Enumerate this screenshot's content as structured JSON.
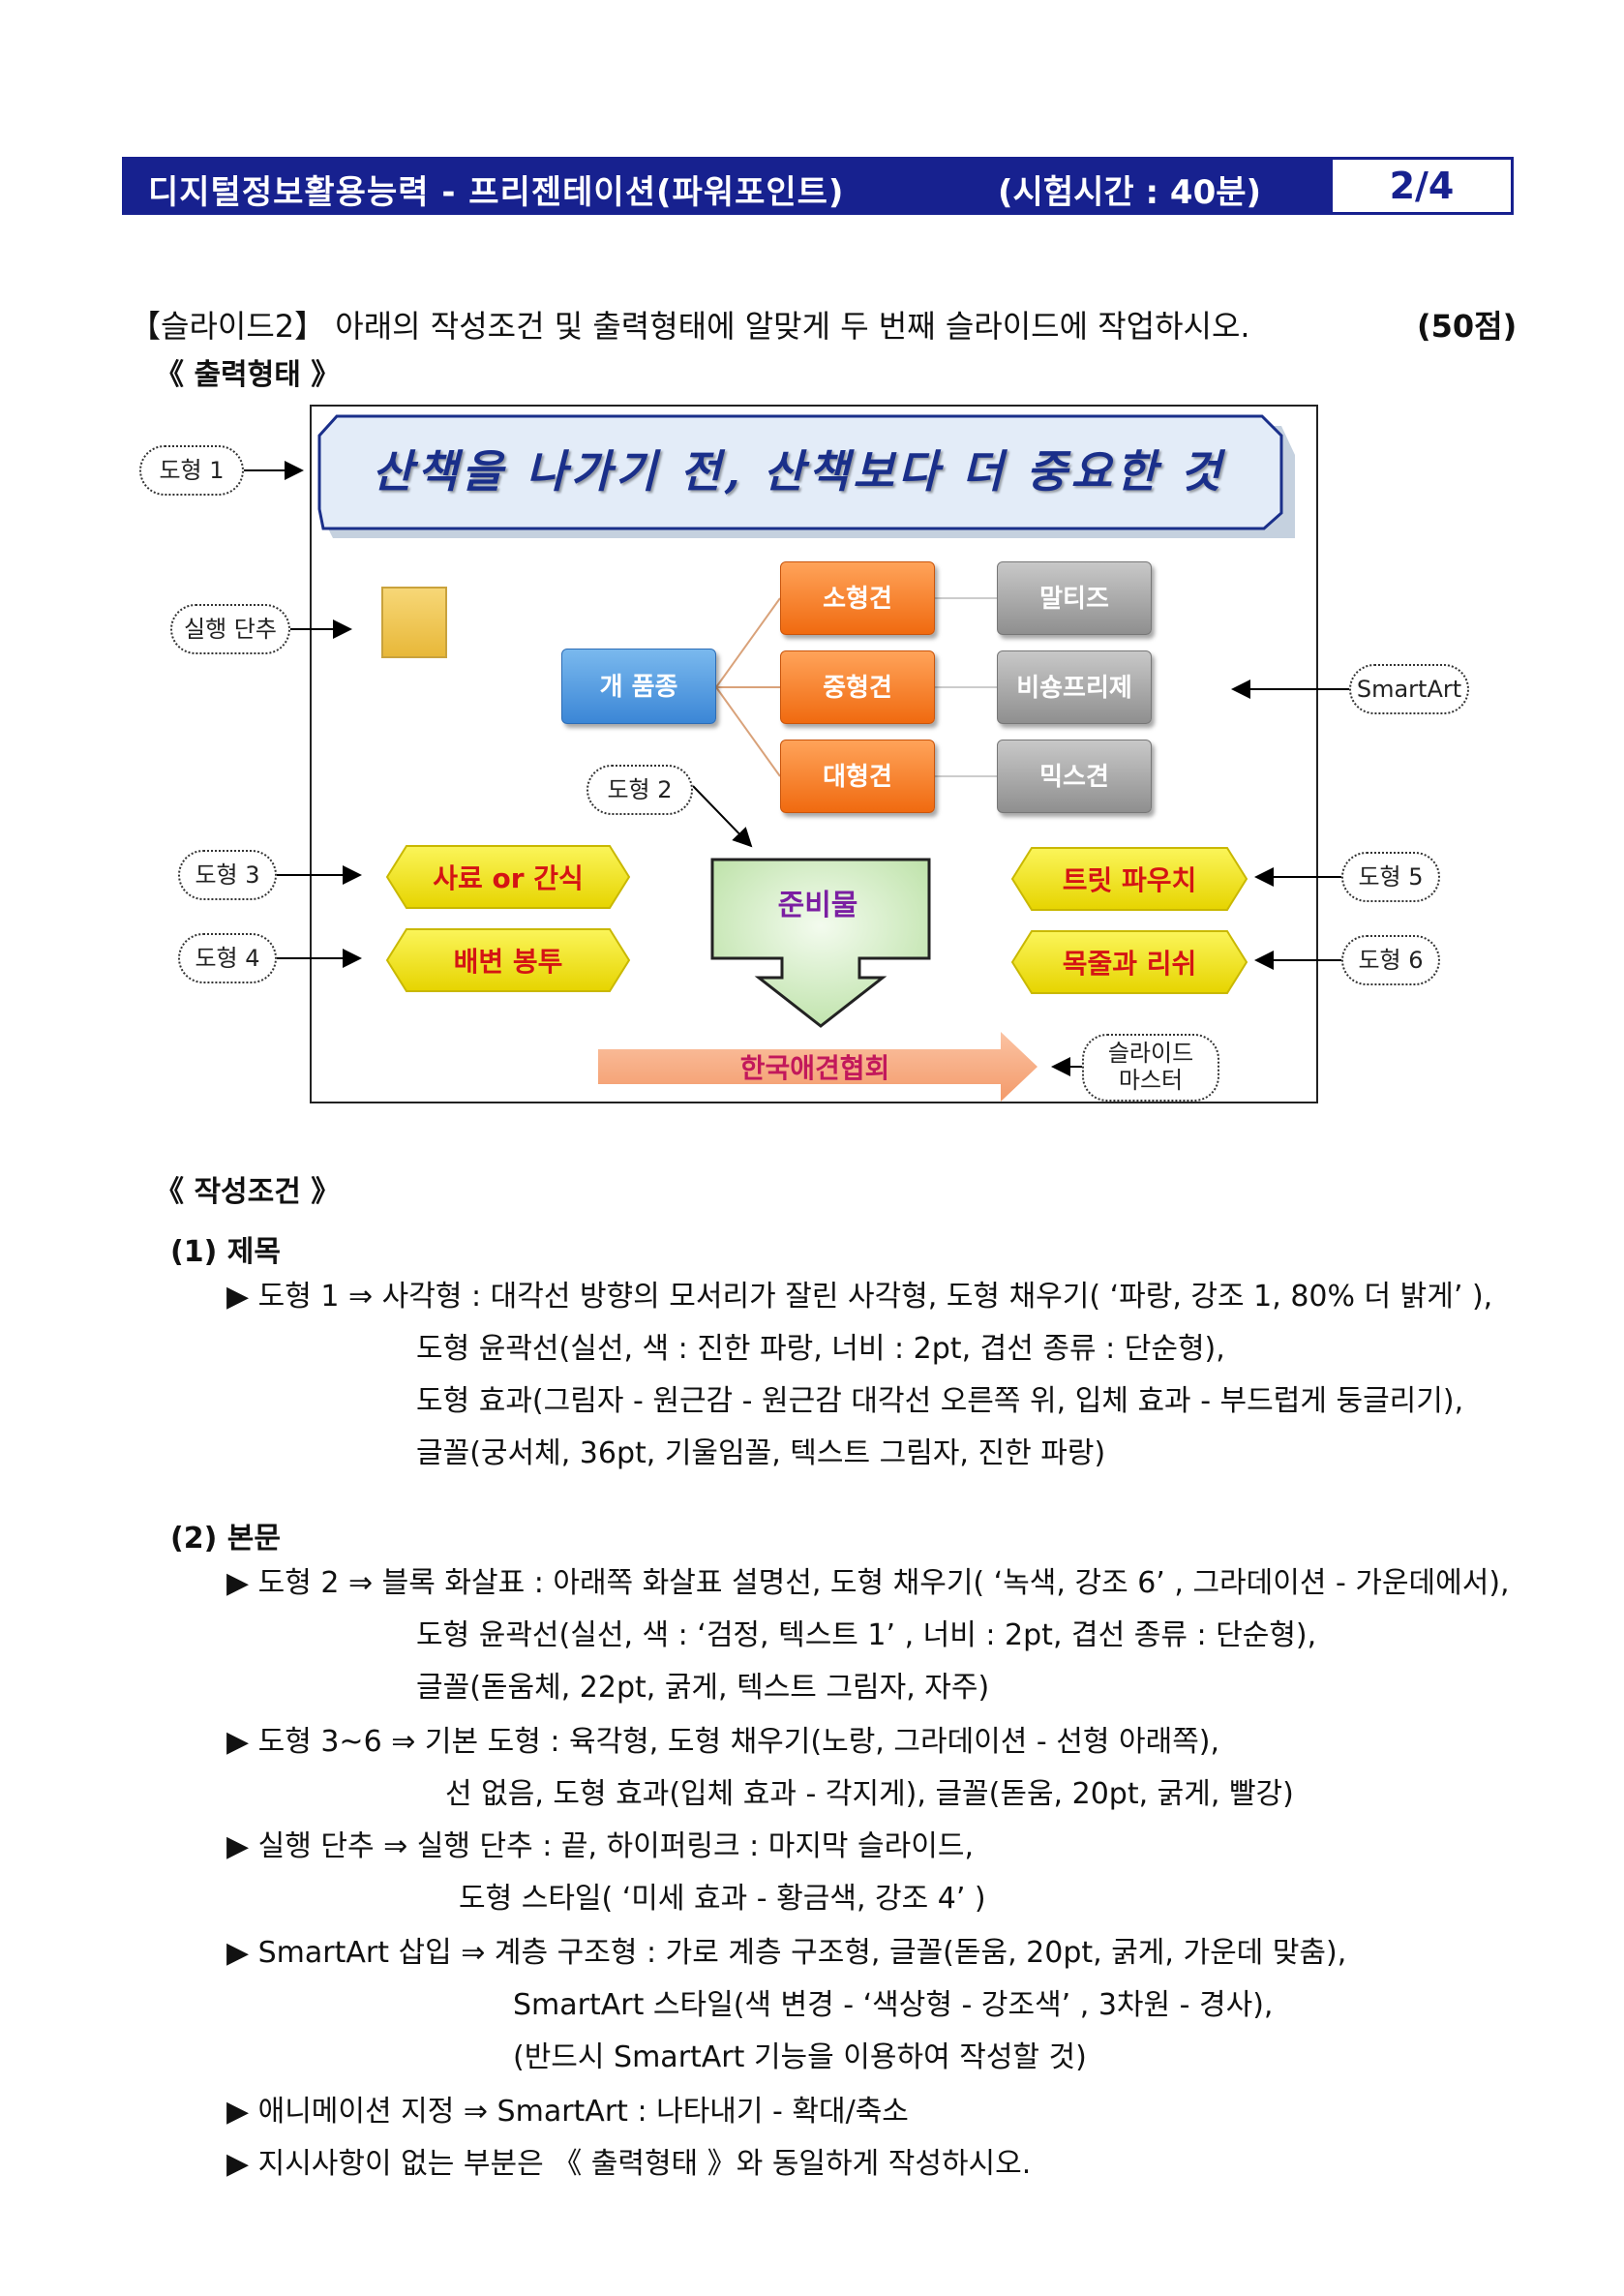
{
  "header": {
    "title": "디지털정보활용능력 - 프리젠테이션(파워포인트)",
    "time": "(시험시간 : 40분)",
    "page": "2/4"
  },
  "intro": {
    "instruction": "【슬라이드2】 아래의 작성조건 및 출력형태에 알맞게 두 번째 슬라이드에 작업하시오.",
    "points": "(50점)",
    "output_heading": "《 출력형태 》"
  },
  "slide": {
    "title": "산책을 나가기 전, 산책보다 더 중요한 것",
    "smartart": {
      "root": "개 품종",
      "levels": [
        {
          "size": "소형견",
          "breed": "말티즈"
        },
        {
          "size": "중형견",
          "breed": "비숑프리제"
        },
        {
          "size": "대형견",
          "breed": "믹스견"
        }
      ]
    },
    "shape2": "준비물",
    "shape3": "사료 or 간식",
    "shape4": "배변 봉투",
    "shape5": "트릿 파우치",
    "shape6": "목줄과 리쉬",
    "master_text": "한국애견협회",
    "callouts": {
      "shape1": "도형 1",
      "action": "실행 단추",
      "smartart": "SmartArt",
      "shape2": "도형 2",
      "shape3": "도형 3",
      "shape4": "도형 4",
      "shape5": "도형 5",
      "shape6": "도형 6",
      "master_line1": "슬라이드",
      "master_line2": "마스터"
    },
    "colors": {
      "hex_fill": "#f5e81a",
      "hex_text": "#d41414",
      "shape2_fill": "#d8f0c8",
      "master_arrow": "#f6a77a"
    }
  },
  "conditions": {
    "heading": "《 작성조건 》",
    "sec1": {
      "title": "(1) 제목",
      "lines": [
        "▶ 도형 1 ⇒ 사각형 : 대각선 방향의 모서리가 잘린 사각형, 도형 채우기( ‘파랑, 강조 1, 80% 더 밝게’ ),",
        "도형 윤곽선(실선, 색 : 진한 파랑, 너비 : 2pt, 겹선 종류 : 단순형),",
        "도형 효과(그림자 - 원근감 - 원근감 대각선 오른쪽 위, 입체 효과 - 부드럽게 둥글리기),",
        "글꼴(궁서체, 36pt, 기울임꼴, 텍스트 그림자, 진한 파랑)"
      ]
    },
    "sec2": {
      "title": "(2) 본문",
      "lines": [
        "▶ 도형 2 ⇒ 블록 화살표 : 아래쪽 화살표 설명선, 도형 채우기( ‘녹색, 강조 6’ , 그라데이션 - 가운데에서),",
        "도형 윤곽선(실선, 색 : ‘검정, 텍스트 1’ , 너비 : 2pt, 겹선 종류 : 단순형),",
        "글꼴(돋움체, 22pt, 굵게, 텍스트 그림자, 자주)",
        "▶ 도형 3~6 ⇒ 기본 도형 : 육각형, 도형 채우기(노랑, 그라데이션 - 선형 아래쪽),",
        "선 없음, 도형 효과(입체 효과 - 각지게), 글꼴(돋움, 20pt, 굵게, 빨강)",
        "▶ 실행 단추 ⇒ 실행 단추 : 끝, 하이퍼링크 : 마지막 슬라이드,",
        "도형 스타일( ‘미세 효과 - 황금색, 강조 4’ )",
        "▶ SmartArt 삽입 ⇒ 계층 구조형 : 가로 계층 구조형, 글꼴(돋움, 20pt, 굵게, 가운데 맞춤),",
        "SmartArt 스타일(색 변경 - ‘색상형 - 강조색’ , 3차원 - 경사),",
        "(반드시 SmartArt 기능을 이용하여 작성할 것)",
        "▶ 애니메이션 지정 ⇒ SmartArt : 나타내기 - 확대/축소",
        "▶ 지시사항이 없는 부분은 《 출력형태 》와 동일하게 작성하시오."
      ]
    }
  }
}
